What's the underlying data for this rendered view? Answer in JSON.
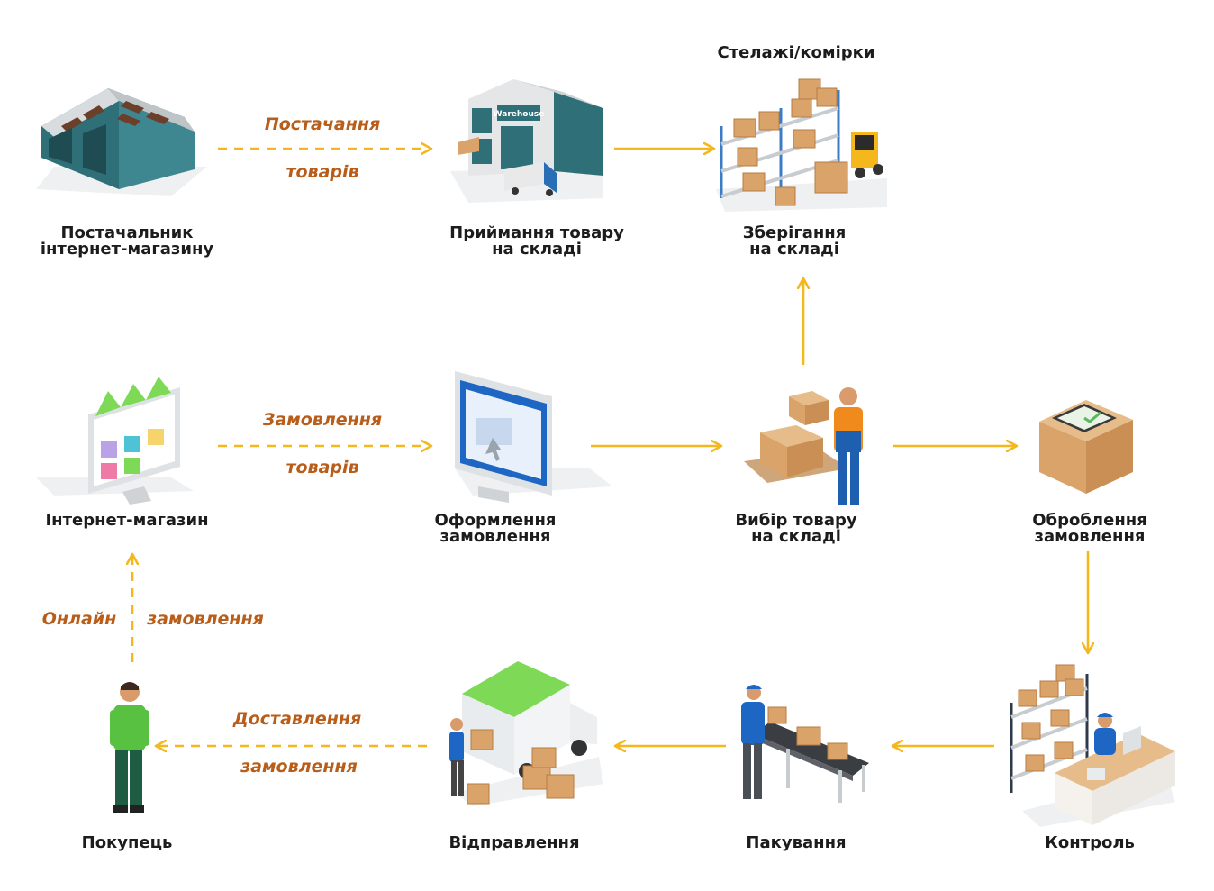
{
  "nodes": {
    "supplier": {
      "line1": "Постачальник",
      "line2": "інтернет-магазину"
    },
    "receiving": {
      "line1": "Приймання товару",
      "line2": "на складі"
    },
    "storage": {
      "top": "Стелажі/комірки",
      "line1": "Зберігання",
      "line2": "на складі"
    },
    "shop": {
      "line1": "Інтернет-магазин"
    },
    "order_form": {
      "line1": "Оформлення",
      "line2": "замовлення"
    },
    "picking": {
      "line1": "Вибір товару",
      "line2": "на складі"
    },
    "processing": {
      "line1": "Оброблення",
      "line2": "замовлення"
    },
    "buyer": {
      "line1": "Покупець"
    },
    "shipping": {
      "line1": "Відправлення"
    },
    "packing": {
      "line1": "Пакування"
    },
    "control": {
      "line1": "Контроль"
    }
  },
  "edges": {
    "supply": {
      "line1": "Постачання",
      "line2": "товарів"
    },
    "order": {
      "line1": "Замовлення",
      "line2": "товарів"
    },
    "online": {
      "word1": "Онлайн",
      "word2": "замовлення"
    },
    "delivery": {
      "line1": "Доставлення",
      "line2": "замовлення"
    }
  },
  "sign_text": "Warehouse",
  "colors": {
    "arrow": "#f5b81c",
    "edge_label": "#b85d1a",
    "box": "#d9a36a",
    "roof_green": "#7ed957",
    "teal": "#2f6f78"
  }
}
